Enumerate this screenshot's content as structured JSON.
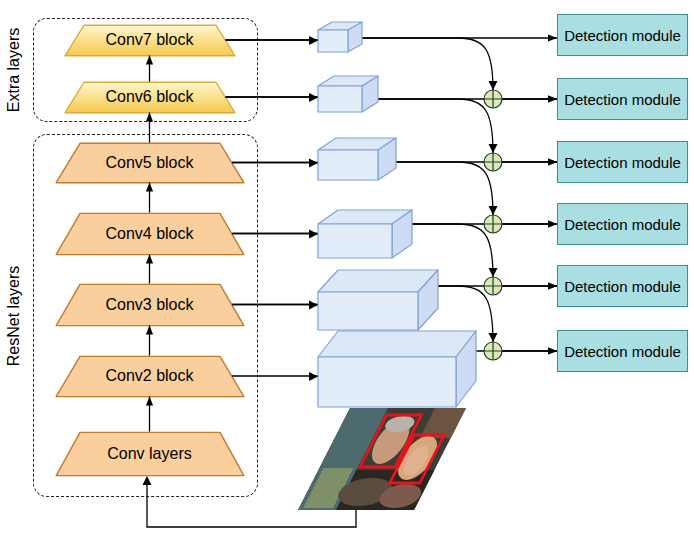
{
  "diagram": {
    "nodes": [
      {
        "text": [
          "Extra layers"
        ]
      },
      {
        "text": [
          "Conv7 block"
        ],
        "in": 0
      },
      {
        "text": [
          "Conv6 block"
        ],
        "in": 0
      },
      {
        "text": [
          "ResNet layers"
        ]
      },
      {
        "text": [
          "Conv5 block"
        ],
        "in": 3
      },
      {
        "text": [
          "Conv4 block"
        ],
        "in": 3
      },
      {
        "text": [
          "Conv3 block"
        ],
        "in": 3
      },
      {
        "text": [
          "Conv2 block"
        ],
        "in": 3
      },
      {
        "text": [
          "Conv layers"
        ],
        "in": 3
      },
      {
        "text": [
          "Detection module"
        ]
      },
      {
        "text": [
          "Detection module"
        ]
      },
      {
        "text": [
          "Detection module"
        ]
      },
      {
        "text": [
          "Detection module"
        ]
      },
      {
        "text": [
          "Detection module"
        ]
      },
      {
        "text": [
          "Detection module"
        ]
      }
    ],
    "edges": [
      {
        "from": 8,
        "to": 7,
        "arrow": "to"
      },
      {
        "from": 7,
        "to": 6,
        "arrow": "to"
      },
      {
        "from": 6,
        "to": 5,
        "arrow": "to"
      },
      {
        "from": 5,
        "to": 4,
        "arrow": "to"
      },
      {
        "from": 4,
        "to": 2,
        "arrow": "to"
      },
      {
        "from": 2,
        "to": 1,
        "arrow": "to"
      },
      {
        "from": 1,
        "to": 9,
        "arrow": "to"
      },
      {
        "from": 1,
        "to": 10,
        "arrow": "to"
      },
      {
        "from": 2,
        "to": 10,
        "arrow": "to"
      },
      {
        "from": 2,
        "to": 11,
        "arrow": "to"
      },
      {
        "from": 4,
        "to": 11,
        "arrow": "to"
      },
      {
        "from": 4,
        "to": 12,
        "arrow": "to"
      },
      {
        "from": 5,
        "to": 12,
        "arrow": "to"
      },
      {
        "from": 5,
        "to": 13,
        "arrow": "to"
      },
      {
        "from": 6,
        "to": 13,
        "arrow": "to"
      },
      {
        "from": 6,
        "to": 14,
        "arrow": "to"
      },
      {
        "from": 7,
        "to": 14,
        "arrow": "to"
      }
    ]
  }
}
